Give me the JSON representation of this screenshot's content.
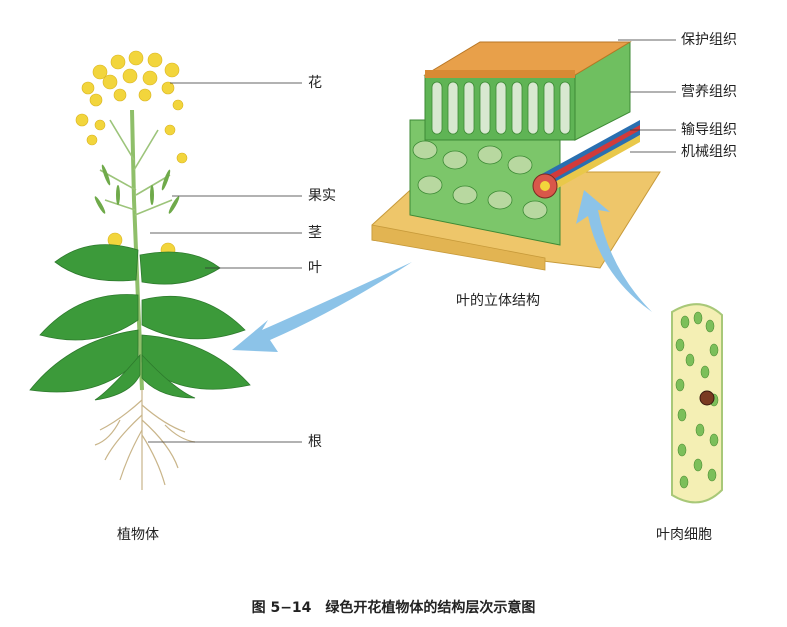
{
  "plant_labels": {
    "flower": "花",
    "fruit": "果实",
    "stem": "茎",
    "leaf": "叶",
    "root": "根"
  },
  "tissue_labels": {
    "protective": "保护组织",
    "nutrient": "营养组织",
    "conducting": "输导组织",
    "mechanical": "机械组织"
  },
  "sub_captions": {
    "plant": "植物体",
    "leaf_3d": "叶的立体结构",
    "leaf_cell": "叶肉细胞"
  },
  "figure_caption": "图 5−14　绿色开花植物体的结构层次示意图",
  "colors": {
    "flower_yellow": "#f2d53c",
    "leaf_green": "#3c9a3a",
    "epidermis_orange": "#e8a04a",
    "arrow_blue": "#8cc3e8",
    "cell_yellow": "#f4efb4"
  }
}
